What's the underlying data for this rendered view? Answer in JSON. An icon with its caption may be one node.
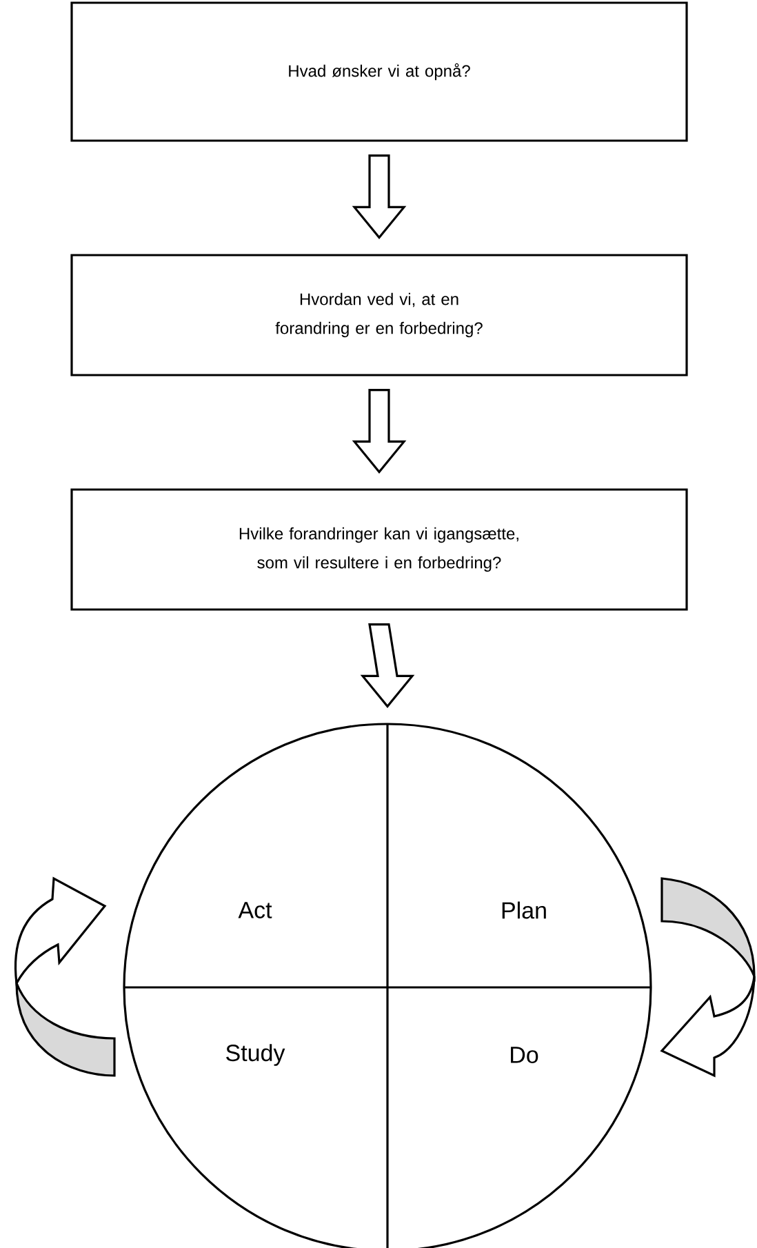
{
  "diagram": {
    "nodes": [
      {
        "text": [
          "Hvad ønsker vi at opnå?"
        ]
      },
      {
        "text": [
          "Hvordan ved vi, at en forandring er en forbedring?"
        ]
      },
      {
        "text": [
          "Hvilke forandringer kan vi igangsætte, som vil resultere i en forbedring?"
        ]
      },
      {
        "text": [
          "Act",
          "Plan",
          "Study",
          "Do"
        ]
      }
    ],
    "edges": [
      {
        "from": 0,
        "to": 1,
        "arrow": "to"
      },
      {
        "from": 1,
        "to": 2,
        "arrow": "to"
      },
      {
        "from": 2,
        "to": 3,
        "arrow": "to"
      }
    ]
  }
}
